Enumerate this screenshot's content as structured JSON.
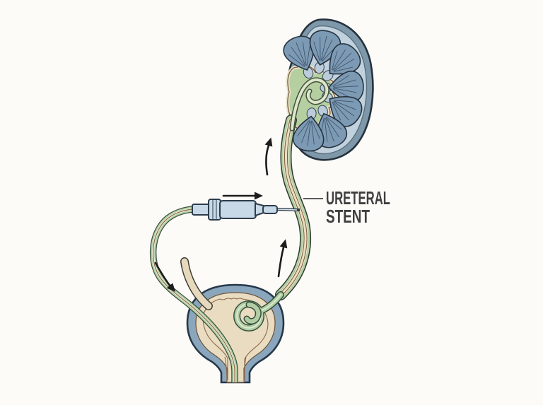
{
  "figure": {
    "type": "medical-illustration",
    "subject": "Ureteral stent placement from kidney through ureter into bladder",
    "label": {
      "line1": "URETERAL",
      "line2": "STENT"
    },
    "structures": [
      "kidney",
      "renal pelvis",
      "ureter",
      "bladder",
      "urethra",
      "ureteral stent",
      "stent insertion device"
    ],
    "arrows": [
      {
        "id": "flow-arrow-up-near-kidney",
        "direction": "up"
      },
      {
        "id": "flow-arrow-right-above-device",
        "direction": "right"
      },
      {
        "id": "flow-arrow-up-along-ureter",
        "direction": "up"
      },
      {
        "id": "flow-arrow-down-into-bladder",
        "direction": "down-right"
      }
    ],
    "palette": {
      "background": "#fcfbf8",
      "outline": "#25323e",
      "kidney_capsule": "#7f98a9",
      "kidney_cortex": "#c2d1de",
      "renal_pyramid": "#7d9ab5",
      "renal_pelvis_green": "#b5cfa0",
      "stent_tan": "#e9ddc2",
      "stent_brown": "#7a5a3c",
      "tube_green": "#b5cfa3",
      "bladder_wall_blue": "#8aa6bd",
      "bladder_interior": "#e9dcc1",
      "device_blue": "#c7d8e6",
      "label_text": "#3f3f3f",
      "arrow_black": "#1c1c1c"
    }
  }
}
